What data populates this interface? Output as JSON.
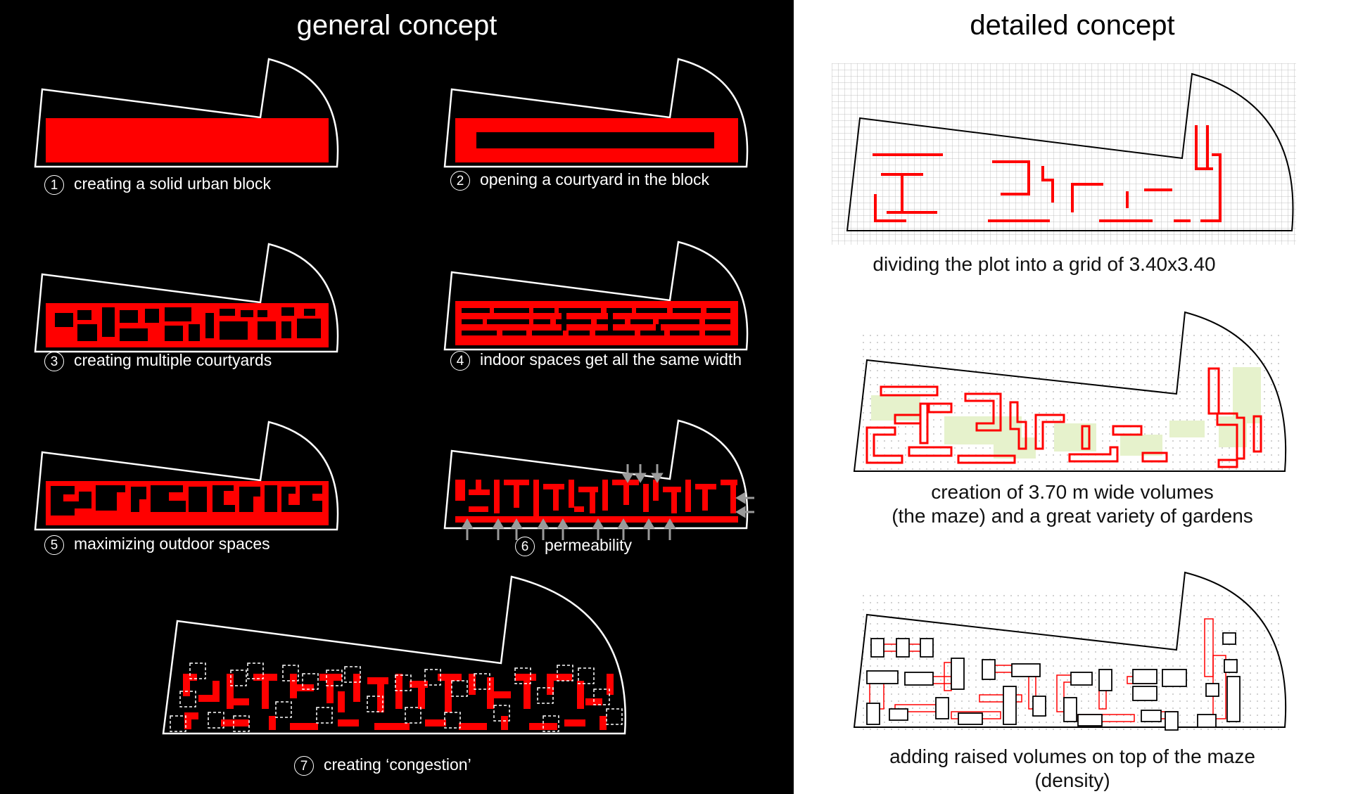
{
  "headings": {
    "general": "general concept",
    "detailed": "detailed concept"
  },
  "steps": [
    {
      "num": "1",
      "label": "creating a solid urban block"
    },
    {
      "num": "2",
      "label": "opening a courtyard in the block"
    },
    {
      "num": "3",
      "label": "creating multiple courtyards"
    },
    {
      "num": "4",
      "label": "indoor spaces get all the same width"
    },
    {
      "num": "5",
      "label": "maximizing outdoor spaces"
    },
    {
      "num": "6",
      "label": "permeability"
    },
    {
      "num": "7",
      "label": "creating ‘congestion’"
    }
  ],
  "detailed_captions": {
    "grid": "dividing the plot into a grid of 3.40x3.40",
    "volumes_line1": "creation of 3.70 m wide volumes",
    "volumes_line2": "(the maze) and a great variety of gardens",
    "raised_line1": "adding raised volumes on top of the maze",
    "raised_line2": "(density)"
  },
  "colors": {
    "accent": "#ff0000",
    "background_left": "#000000",
    "garden": "#e6f2cc",
    "grid": "#b4b4b4",
    "arrow": "#9a9a9a"
  }
}
